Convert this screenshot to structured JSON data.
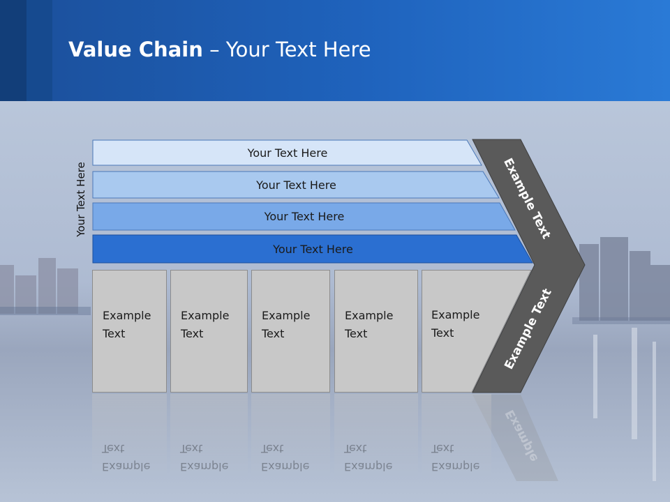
{
  "header": {
    "title_bold": "Value Chain",
    "title_rest": " – Your Text Here"
  },
  "side_label": "Your Text Here",
  "bars": [
    "Your Text Here",
    "Your Text Here",
    "Your Text Here",
    "Your Text Here"
  ],
  "boxes": [
    {
      "line1": "Example",
      "line2": "Text"
    },
    {
      "line1": "Example",
      "line2": "Text"
    },
    {
      "line1": "Example",
      "line2": "Text"
    },
    {
      "line1": "Example",
      "line2": "Text"
    },
    {
      "line1": "Example",
      "line2": "Text"
    }
  ],
  "chevron": {
    "upper": "Example Text",
    "lower": "Example Text",
    "reflection": "Example"
  },
  "colors": {
    "header": "#1f63bd",
    "bar1": "#d6e5f8",
    "bar2": "#a9c9ef",
    "bar3": "#79a9e8",
    "bar4": "#2b6fd1",
    "chevron": "#5a5a5a",
    "box": "#c8c8c8"
  }
}
